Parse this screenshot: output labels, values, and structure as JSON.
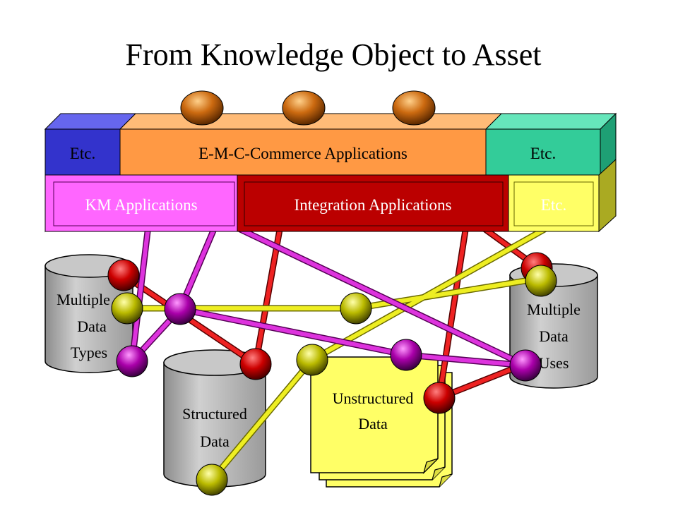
{
  "title": "From Knowledge Object to Asset",
  "blocks": {
    "etc_left": "Etc.",
    "commerce": "E-M-C-Commerce  Applications",
    "etc_right": "Etc.",
    "km": "KM Applications",
    "integration": "Integration Applications",
    "etc_lower": "Etc."
  },
  "stores": {
    "types": [
      "Multiple",
      "Data",
      "Types"
    ],
    "structured": [
      "Structured",
      "Data"
    ],
    "unstructured": [
      "Unstructured",
      "Data"
    ],
    "uses": [
      "Multiple",
      "Data",
      "Uses"
    ]
  },
  "colors": {
    "blue": "#3333cc",
    "orange": "#ff9944",
    "teal": "#33cc99",
    "magenta": "#ff66ff",
    "darkred": "#bb0000",
    "yellow": "#ffff66",
    "red_link": "#ee2222",
    "magenta_link": "#dd33dd",
    "yellow_link": "#eeee22"
  }
}
